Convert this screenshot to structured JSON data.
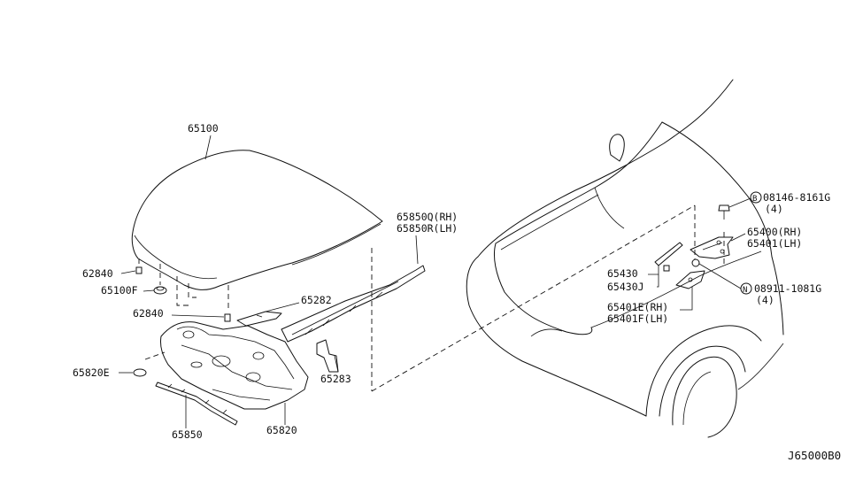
{
  "diagram_code": "J65000B0",
  "labels": {
    "hood": "65100",
    "clip_upper": "62840",
    "bumper_rubber": "65100F",
    "clip_lower": "62840",
    "seal_bracket": "65282",
    "seal_rh": "65850Q(RH)",
    "seal_lh": "65850R(LH)",
    "bolt": "08146-8161G",
    "bolt_qty": "(4)",
    "hinge_rh": "65400(RH)",
    "hinge_lh": "65401(LH)",
    "stay_a": "65430",
    "stay_b": "65430J",
    "nut": "08911-1081G",
    "nut_qty": "(4)",
    "hinge_lower_rh": "65401E(RH)",
    "hinge_lower_lh": "65401F(LH)",
    "bracket_clip": "65283",
    "grommet": "65820E",
    "insulator": "65820",
    "weatherstrip": "65850"
  },
  "callout_marks": {
    "bolt_mark": "B",
    "nut_mark": "N"
  }
}
